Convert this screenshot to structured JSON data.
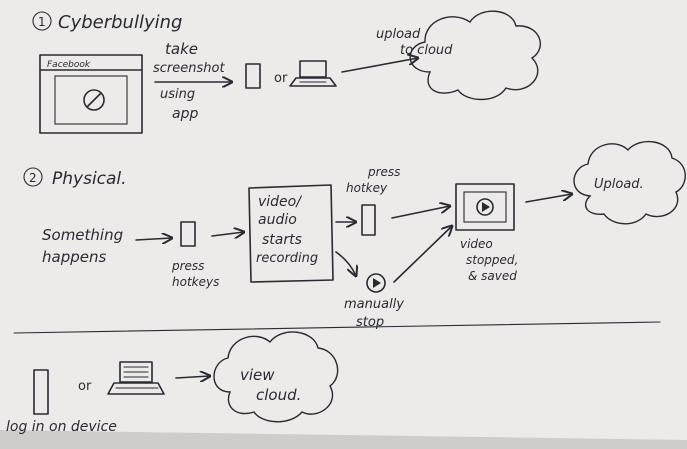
{
  "section1": {
    "number": "1",
    "title": "Cyberbullying",
    "browser_label": "Facebook",
    "step_text": [
      "take",
      "screenshot",
      "using",
      "app"
    ],
    "or": "or",
    "upload_text": [
      "upload",
      "to cloud"
    ]
  },
  "section2": {
    "number": "2",
    "title": "Physical.",
    "trigger": [
      "Something",
      "happens"
    ],
    "press_hotkeys": [
      "press",
      "hotkeys"
    ],
    "recording_box": [
      "video/",
      "audio",
      "starts",
      "recording"
    ],
    "press_hotkey": [
      "press",
      "hotkey"
    ],
    "manually_stop": [
      "manually",
      "stop"
    ],
    "video_stopped": [
      "video",
      "stopped,",
      "& saved"
    ],
    "upload": "Upload."
  },
  "section3": {
    "or": "or",
    "view_cloud": [
      "view",
      "cloud."
    ],
    "login": "log in on device"
  }
}
